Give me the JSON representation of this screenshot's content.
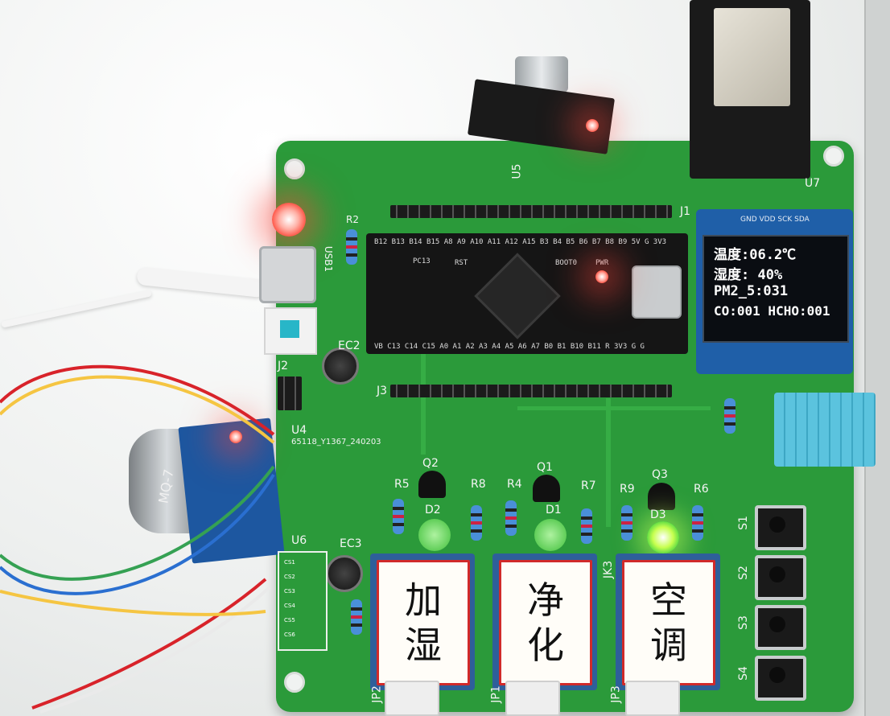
{
  "oled": {
    "line1": "温度:06.2℃",
    "line2": "湿度: 40%",
    "line3": "PM2_5:031",
    "line4": "CO:001 HCHO:001",
    "pins": "GND VDD SCK SDA"
  },
  "relays": {
    "r1": [
      "加",
      "湿"
    ],
    "r2": [
      "净",
      "化"
    ],
    "r3": [
      "空",
      "调"
    ]
  },
  "silkscreen": {
    "u4": "U4",
    "u4_code": "65118_Y1367_240203",
    "u5": "U5",
    "u6": "U6",
    "u7": "U7",
    "j1": "J1",
    "j2": "J2",
    "j3": "J3",
    "ec2": "EC2",
    "ec3": "EC3",
    "r2": "R2",
    "usb1": "USB1",
    "jk3": "JK3",
    "q1": "Q1",
    "q2": "Q2",
    "q3": "Q3",
    "d1": "D1",
    "d2": "D2",
    "d3": "D3",
    "r4": "R4",
    "r5": "R5",
    "r6": "R6",
    "r7": "R7",
    "r8": "R8",
    "r9": "R9",
    "s1": "S1",
    "s2": "S2",
    "s3": "S3",
    "s4": "S4",
    "jp1": "JP1",
    "jp2": "JP2",
    "jp3": "JP3",
    "mq7": "MQ-7"
  },
  "mcu": {
    "top_pins": "B12 B13 B14 B15 A8 A9 A10 A11 A12 A15 B3 B4 B5 B6 B7 B8 B9 5V G 3V3",
    "bottom_pins": "VB C13 C14 C15 A0 A1 A2 A3 A4 A5 A6 A7 B0 B1 B10 B11 R 3V3 G G",
    "rst": "RST",
    "boot": "BOOT0",
    "pwr": "PWR",
    "pc13": "PC13"
  },
  "u6_pins": [
    "CS1",
    "CS2",
    "CS3",
    "CS4",
    "CS5",
    "CS6"
  ]
}
